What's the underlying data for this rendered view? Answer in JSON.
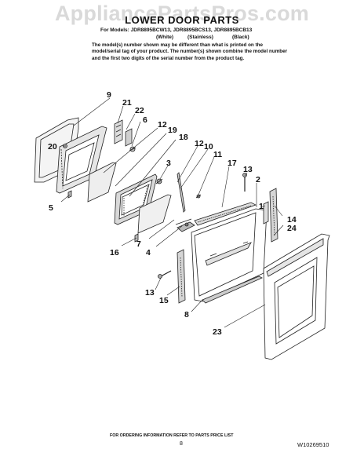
{
  "header": {
    "watermark": "AppliancePartsPros.com",
    "title": "LOWER DOOR PARTS",
    "models": "For Models: JDR8895BCW13, JDR8895BCS13, JDR8895BCB13",
    "color_white": "(White)",
    "color_stainless": "(Stainless)",
    "color_black": "(Black)",
    "note": "The model(s) number shown may be different than what is printed on the model/serial tag of your product. The number(s) shown combine the model number and the first two digits of the serial number from the product tag."
  },
  "callouts": [
    "9",
    "21",
    "22",
    "6",
    "20",
    "12",
    "19",
    "18",
    "3",
    "12",
    "10",
    "11",
    "17",
    "13",
    "2",
    "5",
    "1",
    "14",
    "24",
    "16",
    "7",
    "4",
    "13",
    "15",
    "8",
    "23"
  ],
  "footer": {
    "ordering": "FOR ORDERING INFORMATION REFER TO PARTS PRICE LIST",
    "page": "8",
    "doc_number": "W10269510"
  },
  "colors": {
    "line": "#222222",
    "watermark": "#d9d9d9"
  }
}
